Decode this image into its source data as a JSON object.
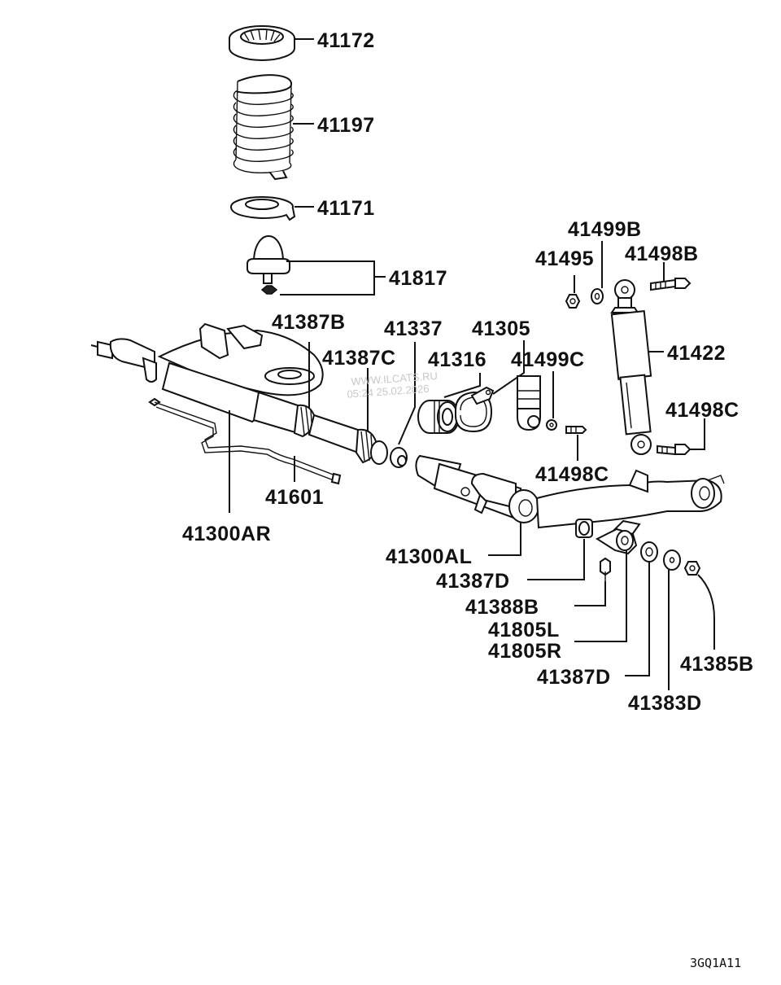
{
  "diagram": {
    "callouts": {
      "top_mount": "41172",
      "coil_spring": "41197",
      "spring_seat": "41171",
      "bump_stopper": "41817",
      "bushing_b": "41387B",
      "bushing_c": "41387C",
      "bushing_41337": "41337",
      "clamp_41305": "41305",
      "bushing_41316": "41316",
      "nut_41499c": "41499C",
      "washer_41499b": "41499B",
      "nut_41495": "41495",
      "bolt_41498b": "41498B",
      "shock_absorber": "41422",
      "bolt_41498c_right": "41498C",
      "bolt_41498c_mid": "41498C",
      "stabilizer_bar": "41601",
      "axle_right": "41300AR",
      "axle_left": "41300AL",
      "bushing_d": "41387D",
      "bolt_41388b": "41388B",
      "bracket_l": "41805L",
      "bracket_r": "41805R",
      "bushing_d_lower": "41387D",
      "washer_41383d": "41383D",
      "nut_41385b": "41385B"
    },
    "watermark": {
      "site": "WWW.ILCATS.RU",
      "timestamp": "05:24 25.02.2026"
    },
    "figure_code": "3GQ1A11"
  }
}
